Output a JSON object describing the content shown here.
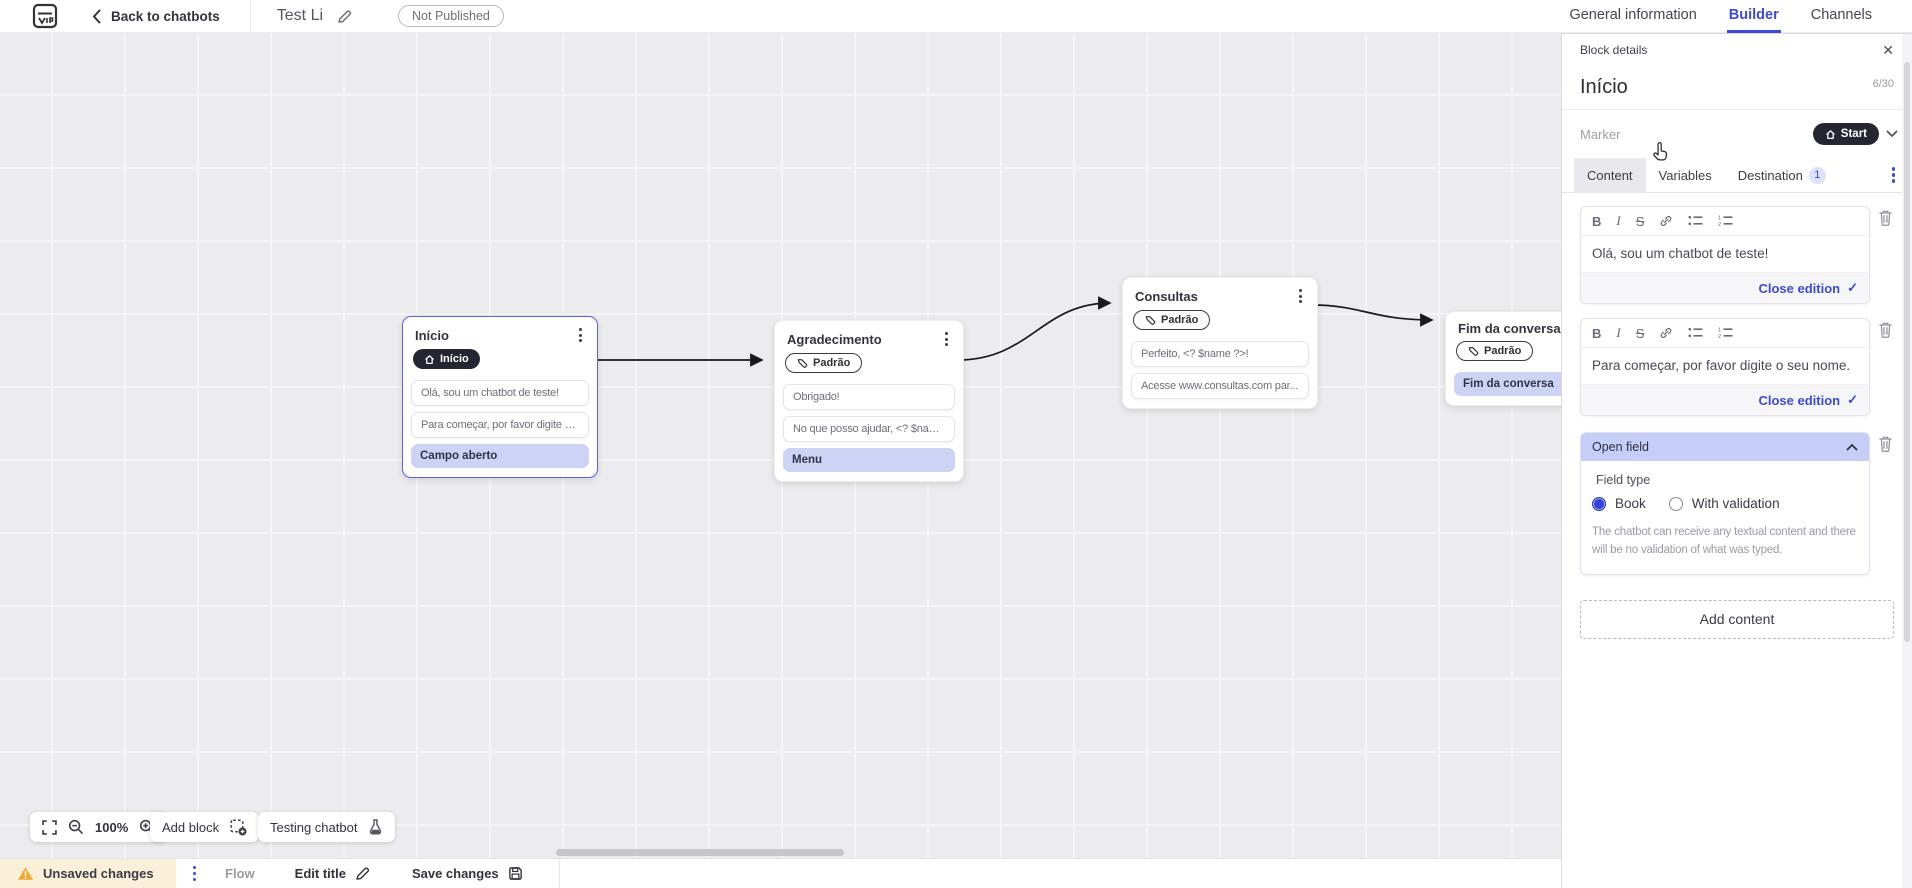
{
  "topbar": {
    "back_label": "Back to chatbots",
    "title": "Test Li",
    "status_badge": "Not Published",
    "tabs": [
      {
        "label": "General information",
        "active": false
      },
      {
        "label": "Builder",
        "active": true
      },
      {
        "label": "Channels",
        "active": false
      }
    ]
  },
  "canvas": {
    "blocks": [
      {
        "title": "Início",
        "marker": "Início",
        "marker_type": "start",
        "items": [
          "Olá, sou um chatbot de teste!",
          "Para começar, por favor digite o ...",
          "Campo aberto"
        ]
      },
      {
        "title": "Agradecimento",
        "marker": "Padrão",
        "items": [
          "Obrigado!",
          "No que posso ajudar, <? $name ...",
          "Menu"
        ]
      },
      {
        "title": "Consultas",
        "marker": "Padrão",
        "items": [
          "Perfeito, <? $name ?>!",
          "Acesse www.consultas.com par..."
        ]
      },
      {
        "title": "Fim da conversa",
        "marker": "Padrão",
        "items": [
          "Fim da conversa"
        ]
      }
    ],
    "zoom_level": "100%",
    "add_block_label": "Add block",
    "testing_chatbot_label": "Testing chatbot"
  },
  "panel": {
    "header": "Block details",
    "name_value": "Início",
    "name_counter": "6/30",
    "marker_label": "Marker",
    "marker_value": "Start",
    "tabs": [
      {
        "label": "Content",
        "active": true
      },
      {
        "label": "Variables",
        "active": false
      },
      {
        "label": "Destination",
        "active": false,
        "badge": "1"
      }
    ],
    "editor_toolbar": {
      "bold": "B",
      "italic": "I",
      "strikethrough": "S"
    },
    "toolbar_icons": [
      "bold",
      "italic",
      "strikethrough",
      "link",
      "bullet-list",
      "numbered-list"
    ],
    "editors": [
      {
        "text": "Olá, sou um chatbot de teste!",
        "close_label": "Close edition"
      },
      {
        "text": "Para começar, por favor digite o seu nome.",
        "close_label": "Close edition"
      }
    ],
    "open_field": {
      "header": "Open field",
      "field_type_label": "Field type",
      "options": [
        {
          "label": "Book",
          "selected": true
        },
        {
          "label": "With validation",
          "selected": false
        }
      ],
      "description": "The chatbot can receive any textual content and there will be no validation of what was typed."
    },
    "add_content_label": "Add content"
  },
  "bottombar": {
    "unsaved_label": "Unsaved changes",
    "flow_label": "Flow",
    "edit_title_label": "Edit title",
    "save_label": "Save changes"
  },
  "colors": {
    "accent": "#3b4bd8",
    "lavender_item": "#ccd3f5",
    "open_field_header": "#c6cdf6",
    "dark_pill": "#252632",
    "warning_bg": "#faf0da",
    "warning_icon": "#f0a832",
    "canvas_bg": "#ececee"
  }
}
